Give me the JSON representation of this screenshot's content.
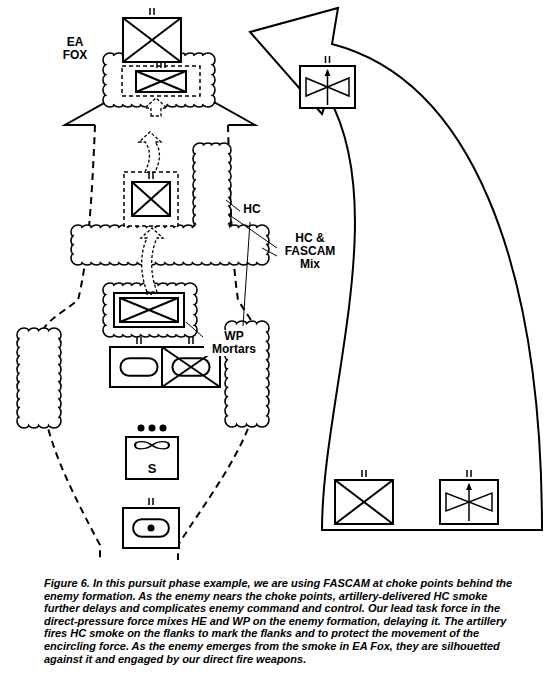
{
  "diagram": {
    "caption": "Figure 6. In this pursuit phase example, we are using FASCAM at choke points behind the enemy formation. As the enemy nears the choke points, artillery-delivered HC smoke further delays and complicates enemy command and control. Our lead task force in the direct-pressure force mixes HE and WP on the enemy formation, delaying it. The artillery fires HC smoke on the flanks to mark the flanks and to protect the movement of the encircling force. As the enemy emerges from the smoke in EA Fox, they are silhouetted against it and engaged by our direct fire weapons.",
    "nodes": [
      {
        "text": [
          "S"
        ]
      }
    ],
    "labels": [
      "EA FOX",
      "HC",
      "HC & FASCAM Mix",
      "WP Mortars"
    ]
  }
}
